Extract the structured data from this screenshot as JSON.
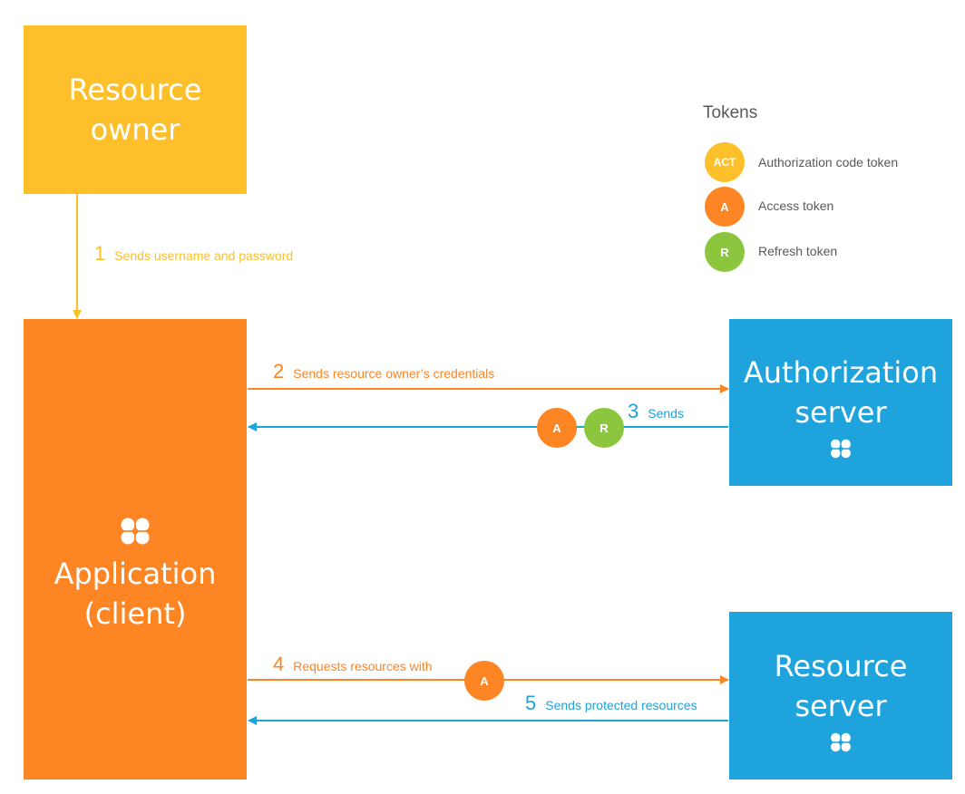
{
  "colors": {
    "owner": "#fdc02b",
    "client": "#fd8524",
    "server": "#1ea3dd",
    "refresh": "#8cc63f"
  },
  "icons": {
    "app_icon": "flower-icon"
  },
  "nodes": {
    "resource_owner": "Resource\nowner",
    "application": "Application\n(client)",
    "authorization_server": "Authorization\nserver",
    "resource_server": "Resource\nserver"
  },
  "steps": [
    {
      "num": "1",
      "text": "Sends username and password"
    },
    {
      "num": "2",
      "text": "Sends resource owner’s credentials"
    },
    {
      "num": "3",
      "text": "Sends"
    },
    {
      "num": "4",
      "text": "Requests resources with"
    },
    {
      "num": "5",
      "text": "Sends protected resources"
    }
  ],
  "tokens_on_arrows": {
    "step3_access": "A",
    "step3_refresh": "R",
    "step4_access": "A"
  },
  "legend": {
    "title": "Tokens",
    "items": [
      {
        "badge": "ACT",
        "label": "Authorization code token"
      },
      {
        "badge": "A",
        "label": "Access token"
      },
      {
        "badge": "R",
        "label": "Refresh token"
      }
    ]
  }
}
